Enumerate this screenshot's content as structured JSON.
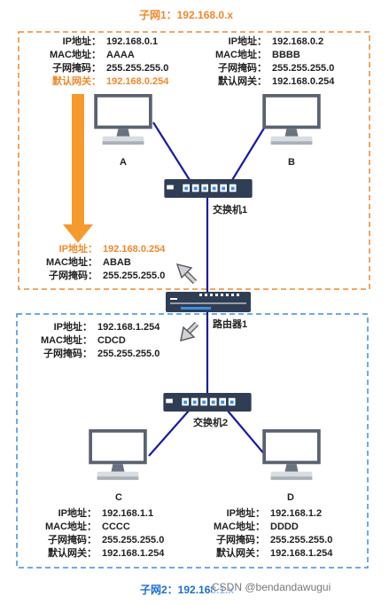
{
  "subnet1": {
    "title": "子网1：192.168.0.x",
    "color": "#f0882a"
  },
  "subnet2": {
    "title": "子网2：192.168.1.x",
    "color": "#1a6fd0"
  },
  "watermark": "CSDN @bendandawugui",
  "labels": {
    "ip": "IP地址：",
    "mac": "MAC地址：",
    "mask": "子网掩码：",
    "gw": "默认网关："
  },
  "hostA": {
    "name": "A",
    "ip": "192.168.0.1",
    "mac": "AAAA",
    "mask": "255.255.255.0",
    "gw": "192.168.0.254"
  },
  "hostB": {
    "name": "B",
    "ip": "192.168.0.2",
    "mac": "BBBB",
    "mask": "255.255.255.0",
    "gw": "192.168.0.254"
  },
  "hostC": {
    "name": "C",
    "ip": "192.168.1.1",
    "mac": "CCCC",
    "mask": "255.255.255.0",
    "gw": "192.168.1.254"
  },
  "hostD": {
    "name": "D",
    "ip": "192.168.1.2",
    "mac": "DDDD",
    "mask": "255.255.255.0",
    "gw": "192.168.1.254"
  },
  "routerIf1": {
    "ip": "192.168.0.254",
    "mac": "ABAB",
    "mask": "255.255.255.0"
  },
  "routerIf2": {
    "ip": "192.168.1.254",
    "mac": "CDCD",
    "mask": "255.255.255.0"
  },
  "switch1": {
    "name": "交换机1"
  },
  "switch2": {
    "name": "交换机2"
  },
  "router": {
    "name": "路由器1"
  },
  "colors": {
    "link": "#1a1aa6",
    "arrow_orange": "#f59a2c",
    "device": "#2f3e54",
    "port": "#3f8fe0"
  }
}
